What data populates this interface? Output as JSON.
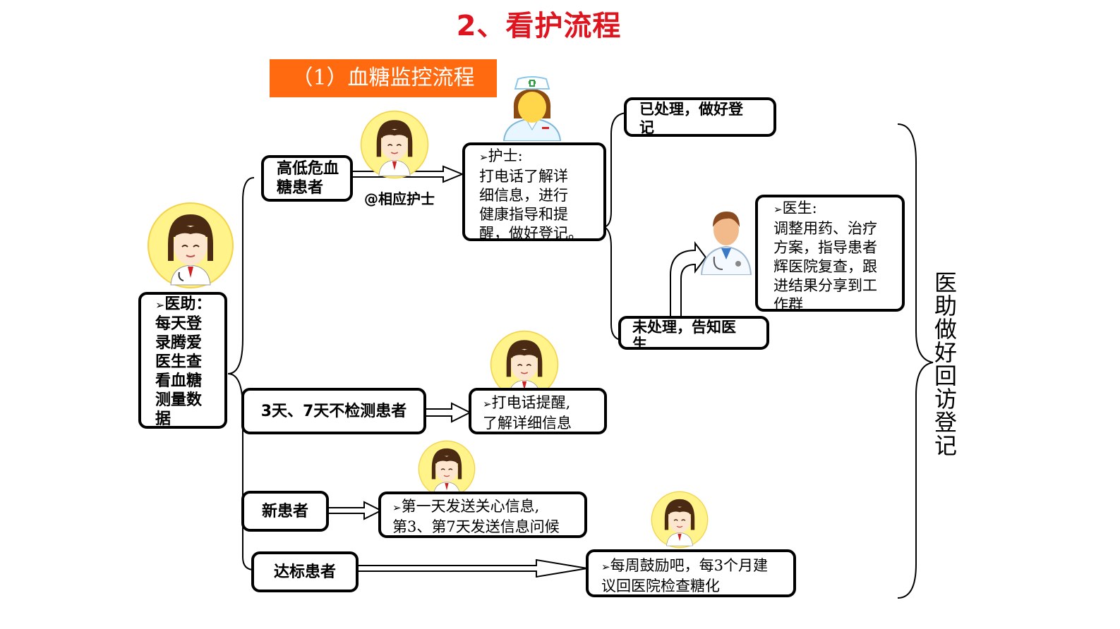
{
  "title": "2、看护流程",
  "subtitle": "（1）血糖监控流程",
  "assistant_box": {
    "bullet": "➢",
    "lines": [
      "医助：",
      "每天登",
      "录腾爱",
      "医生查",
      "看血糖",
      "测量数",
      "据"
    ]
  },
  "high_low_box": {
    "lines": [
      "高低危血",
      "糖患者"
    ]
  },
  "mention_note": "@相应护士",
  "nurse_box": {
    "bullet": "➢",
    "lines": [
      "护士:",
      "打电话了解详",
      "细信息，进行",
      "健康指导和提",
      "醒，做好登记。"
    ]
  },
  "processed_box": {
    "lines": [
      "已处理，做好登",
      "记"
    ]
  },
  "unprocessed_box": {
    "lines": [
      "未处理，告知医",
      "生"
    ]
  },
  "doctor_box": {
    "bullet": "➢",
    "lines": [
      "医生:",
      "调整用药、治疗",
      "方案，指导患者",
      "辉医院复查，跟",
      "进结果分享到工",
      "作群"
    ]
  },
  "no_test_box": {
    "label": "3天、7天不检测患者"
  },
  "call_remind_box": {
    "bullet": "➢",
    "lines": [
      "打电话提醒,",
      "了解详细信息"
    ]
  },
  "new_patient_box": {
    "label": "新患者"
  },
  "care_message_box": {
    "bullet": "➢",
    "lines": [
      "第一天发送关心信息,",
      "第3、第7天发送信息问候"
    ]
  },
  "on_target_box": {
    "label": "达标患者"
  },
  "weekly_box": {
    "bullet": "➢",
    "lines": [
      "每周鼓励吧，每3个月建",
      "议回医院检查糖化"
    ]
  },
  "side_label": "医助做好回访登记",
  "colors": {
    "title": "#e0141e",
    "subtitle_bg": "#ff6a10",
    "avatar_ring": "#fff38a",
    "hair": "#4a2a12",
    "skin": "#fde6cf"
  },
  "icons": [
    "assistant-avatar-icon",
    "nurse-icon",
    "doctor-icon"
  ]
}
